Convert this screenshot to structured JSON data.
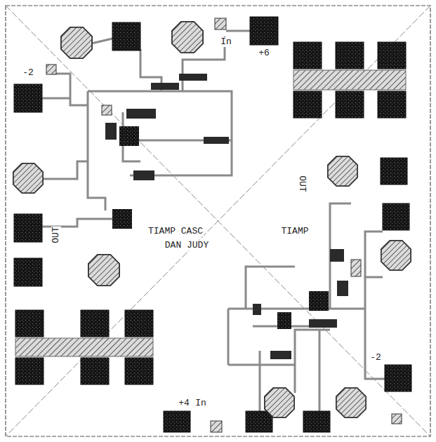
{
  "diagram": {
    "labels": [
      "In",
      "+6",
      "-2",
      "OUT",
      "TIAMP CASC",
      "DAN JUDY",
      "OUT",
      "TIAMP",
      "-2",
      "+4",
      "In"
    ]
  }
}
